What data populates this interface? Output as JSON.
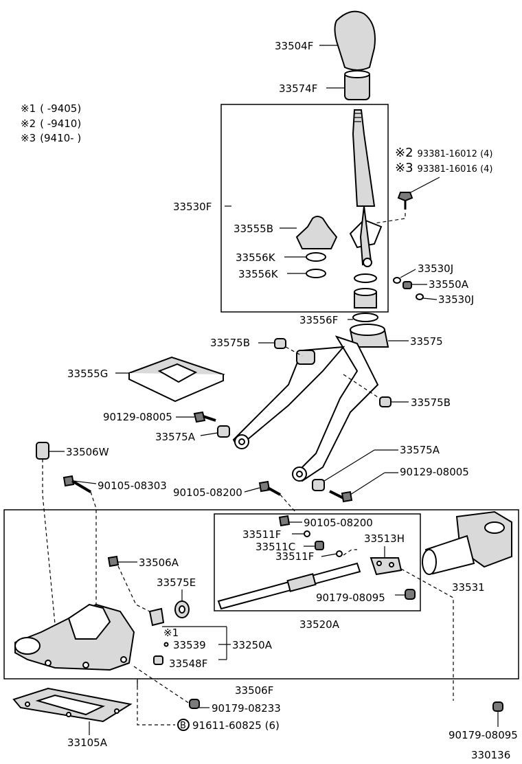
{
  "notes": [
    {
      "mark": "※1",
      "text": "(      -9405)"
    },
    {
      "mark": "※2",
      "text": "(      -9410)"
    },
    {
      "mark": "※3",
      "text": "(9410-      )"
    }
  ],
  "bolt_variants": [
    {
      "mark": "※2",
      "part": "93381-16012 (4)"
    },
    {
      "mark": "※3",
      "part": "93381-16016 (4)"
    }
  ],
  "parts": {
    "p33504F": "33504F",
    "p33574F": "33574F",
    "p33530F": "33530F",
    "p33555B": "33555B",
    "p33556K_1": "33556K",
    "p33556K_2": "33556K",
    "p33530J_1": "33530J",
    "p33550A": "33550A",
    "p33530J_2": "33530J",
    "p33556F": "33556F",
    "p33575B_1": "33575B",
    "p33575": "33575",
    "p33555G": "33555G",
    "p33575B_2": "33575B",
    "p90129_08005_1": "90129-08005",
    "p33575A_1": "33575A",
    "p33506W": "33506W",
    "p33575A_2": "33575A",
    "p90129_08005_2": "90129-08005",
    "p90105_08303": "90105-08303",
    "p90105_08200_1": "90105-08200",
    "p90105_08200_2": "90105-08200",
    "p33511F_1": "33511F",
    "p33513H": "33513H",
    "p33511C": "33511C",
    "p33511F_2": "33511F",
    "p33506A": "33506A",
    "p33531": "33531",
    "p33575E": "33575E",
    "p90179_08095_1": "90179-08095",
    "p33520A": "33520A",
    "mark1": "※1",
    "p33539": "33539",
    "p33250A": "33250A",
    "p33548F": "33548F",
    "p33506F": "33506F",
    "p90179_08233": "90179-08233",
    "b_mark": "B",
    "p91611_60825": "91611-60825 (6)",
    "p33105A": "33105A",
    "p90179_08095_2": "90179-08095"
  },
  "drawing_number": "330136"
}
